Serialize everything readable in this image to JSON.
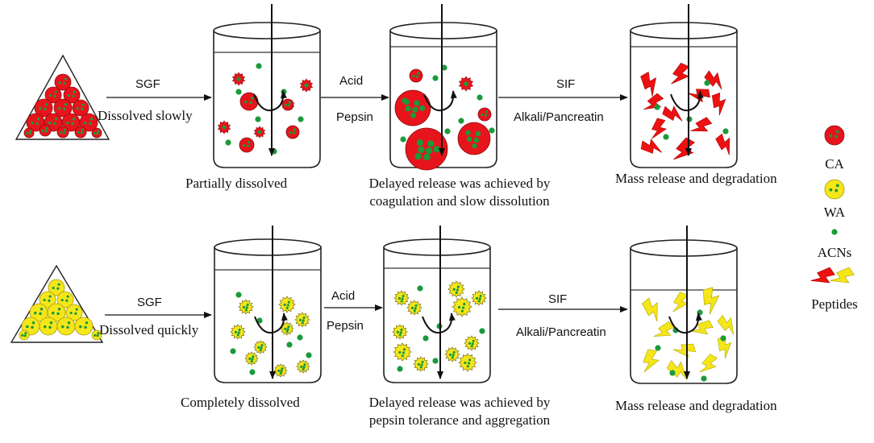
{
  "top_row": {
    "arrow1": {
      "upper": "SGF",
      "lower": "Dissolved slowly"
    },
    "arrow2": {
      "upper": "Acid",
      "lower": "Pepsin"
    },
    "arrow3": {
      "upper": "SIF",
      "lower": "Alkali/Pancreatin"
    },
    "captions": [
      "Partially dissolved",
      "Delayed release was achieved by",
      "coagulation and slow dissolution",
      "Mass release and degradation"
    ]
  },
  "bottom_row": {
    "arrow1": {
      "upper": "SGF",
      "lower": "Dissolved quickly"
    },
    "arrow2": {
      "upper": "Acid",
      "lower": "Pepsin"
    },
    "arrow3": {
      "upper": "SIF",
      "lower": "Alkali/Pancreatin"
    },
    "captions": [
      "Completely dissolved",
      "Delayed release was  achieved by",
      "pepsin tolerance and aggregation",
      "Mass release and degradation"
    ]
  },
  "legend": {
    "ca": "CA",
    "wa": "WA",
    "acns": "ACNs",
    "peptides": "Peptides"
  },
  "colors": {
    "ca_fill": "#e8141c",
    "ca_dots": "#1a9a3a",
    "wa_fill": "#f5e61a",
    "wa_dots": "#1a9a3a",
    "acn": "#1a9a3a",
    "peptide_red": "#ee1111",
    "peptide_yellow": "#f5e61a"
  }
}
